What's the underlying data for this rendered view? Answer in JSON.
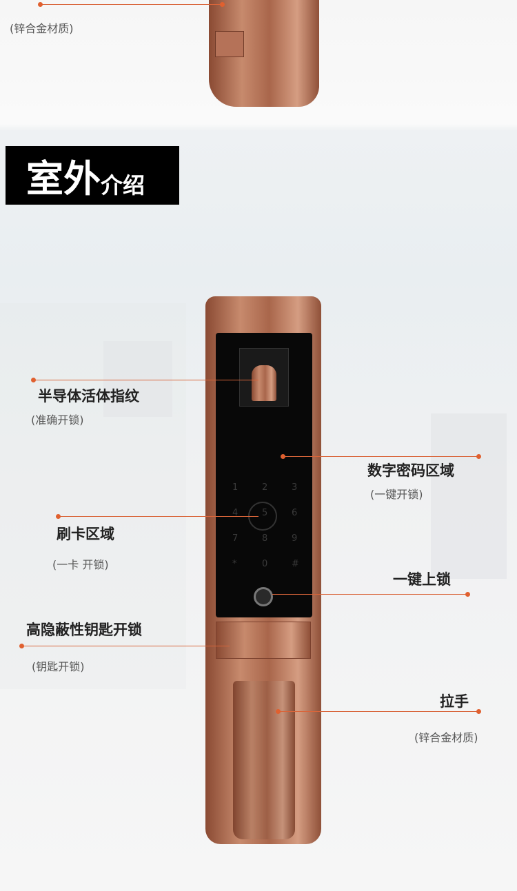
{
  "top_section": {
    "sub": "(锌合金材质)"
  },
  "section_title": {
    "main": "室外",
    "suffix": "介绍"
  },
  "callouts": [
    {
      "label": "半导体活体指纹",
      "sub": "(准确开锁)"
    },
    {
      "label": "数字密码区域",
      "sub": "(一键开锁)"
    },
    {
      "label": "刷卡区域",
      "sub": "(一卡 开锁)"
    },
    {
      "label": "一键上锁"
    },
    {
      "label": "高隐蔽性钥匙开锁",
      "sub": "(钥匙开锁)"
    },
    {
      "label": "拉手",
      "sub": "(锌合金材质)"
    }
  ],
  "keypad": [
    "1",
    "2",
    "3",
    "4",
    "5",
    "6",
    "7",
    "8",
    "9",
    "*",
    "0",
    "#"
  ],
  "colors": {
    "accent": "#e0602f",
    "copper": "#b77258",
    "title_bg": "#000000"
  }
}
